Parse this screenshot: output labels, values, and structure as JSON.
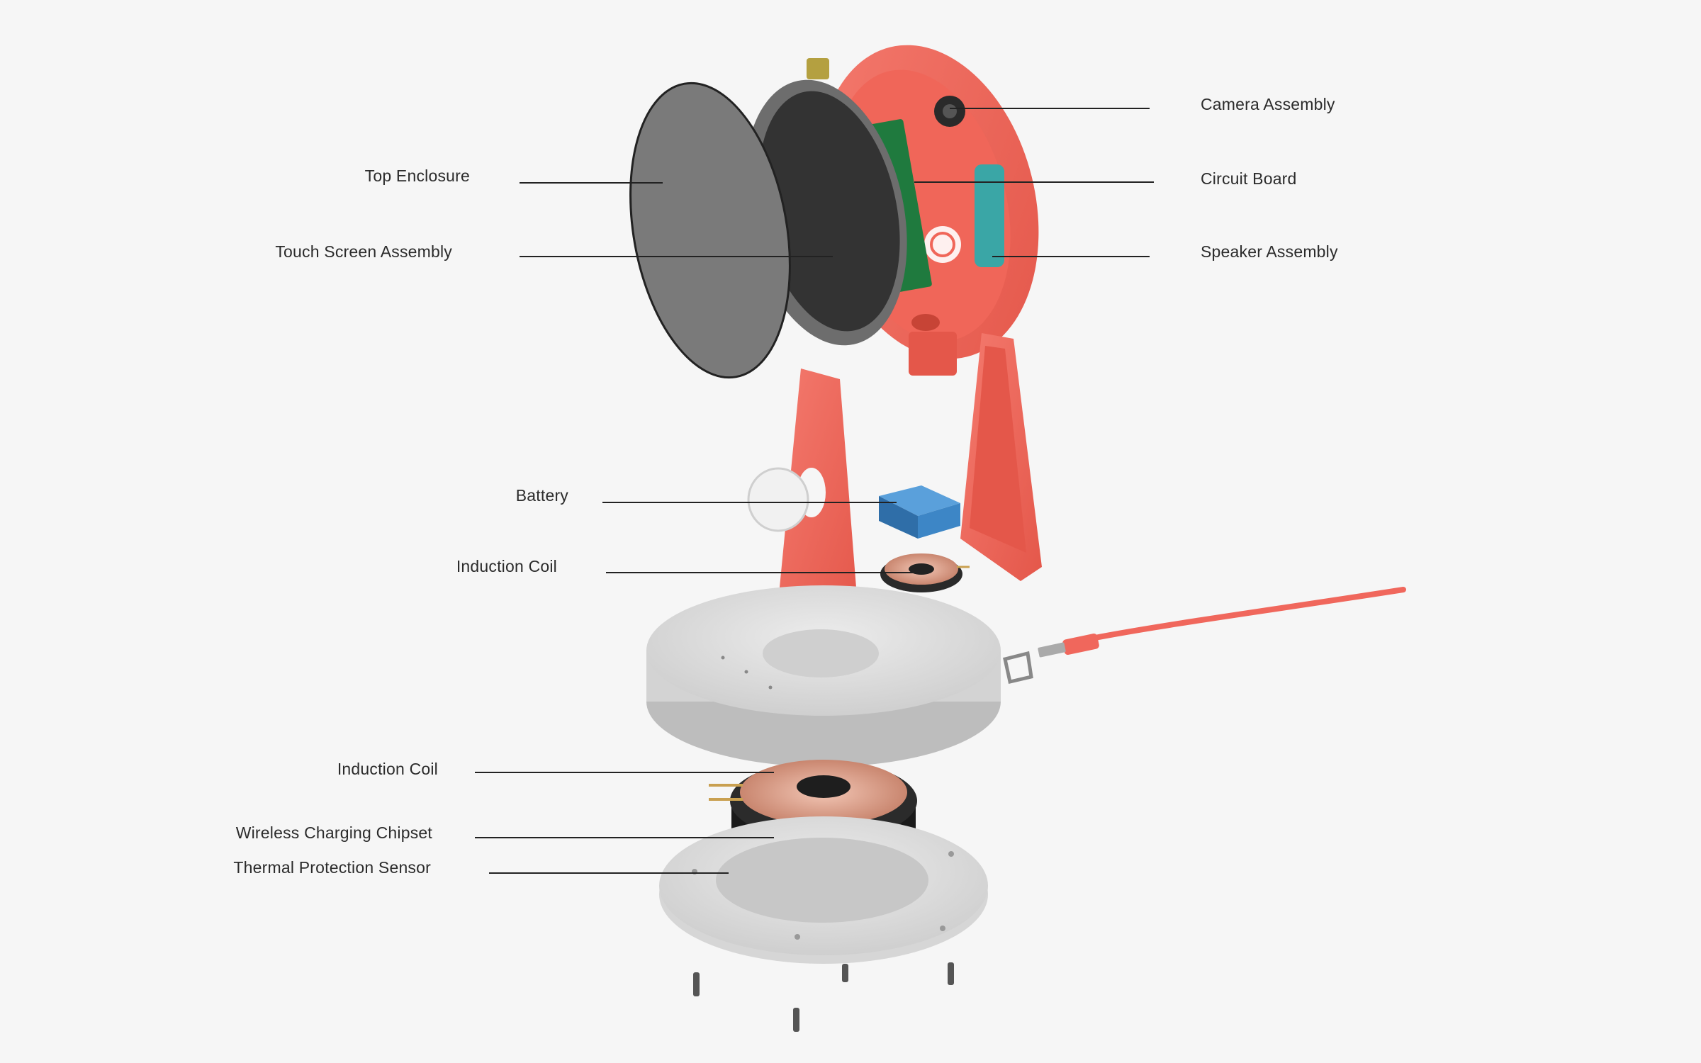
{
  "labels": {
    "left": [
      {
        "key": "top_enclosure",
        "text": "Top Enclosure"
      },
      {
        "key": "touch_screen_assembly",
        "text": "Touch Screen Assembly"
      },
      {
        "key": "battery",
        "text": "Battery"
      },
      {
        "key": "induction_coil_upper",
        "text": "Induction Coil"
      },
      {
        "key": "induction_coil_lower",
        "text": "Induction Coil"
      },
      {
        "key": "wireless_charging_chipset",
        "text": "Wireless Charging Chipset"
      },
      {
        "key": "thermal_protection_sensor",
        "text": "Thermal Protection Sensor"
      }
    ],
    "right": [
      {
        "key": "camera_assembly",
        "text": "Camera Assembly"
      },
      {
        "key": "circuit_board",
        "text": "Circuit Board"
      },
      {
        "key": "speaker_assembly",
        "text": "Speaker Assembly"
      }
    ]
  },
  "colors": {
    "background": "#f6f6f6",
    "coral": "#f0675c",
    "coral_dark": "#d9503f",
    "screen_gray": "#7a7a7a",
    "screen_dark": "#3a3a3a",
    "base_gray": "#dedede",
    "pcb_green": "#1f7a3e",
    "speaker_teal": "#3aa6a6",
    "battery_blue": "#3d86c6",
    "leader_line": "#222222"
  }
}
